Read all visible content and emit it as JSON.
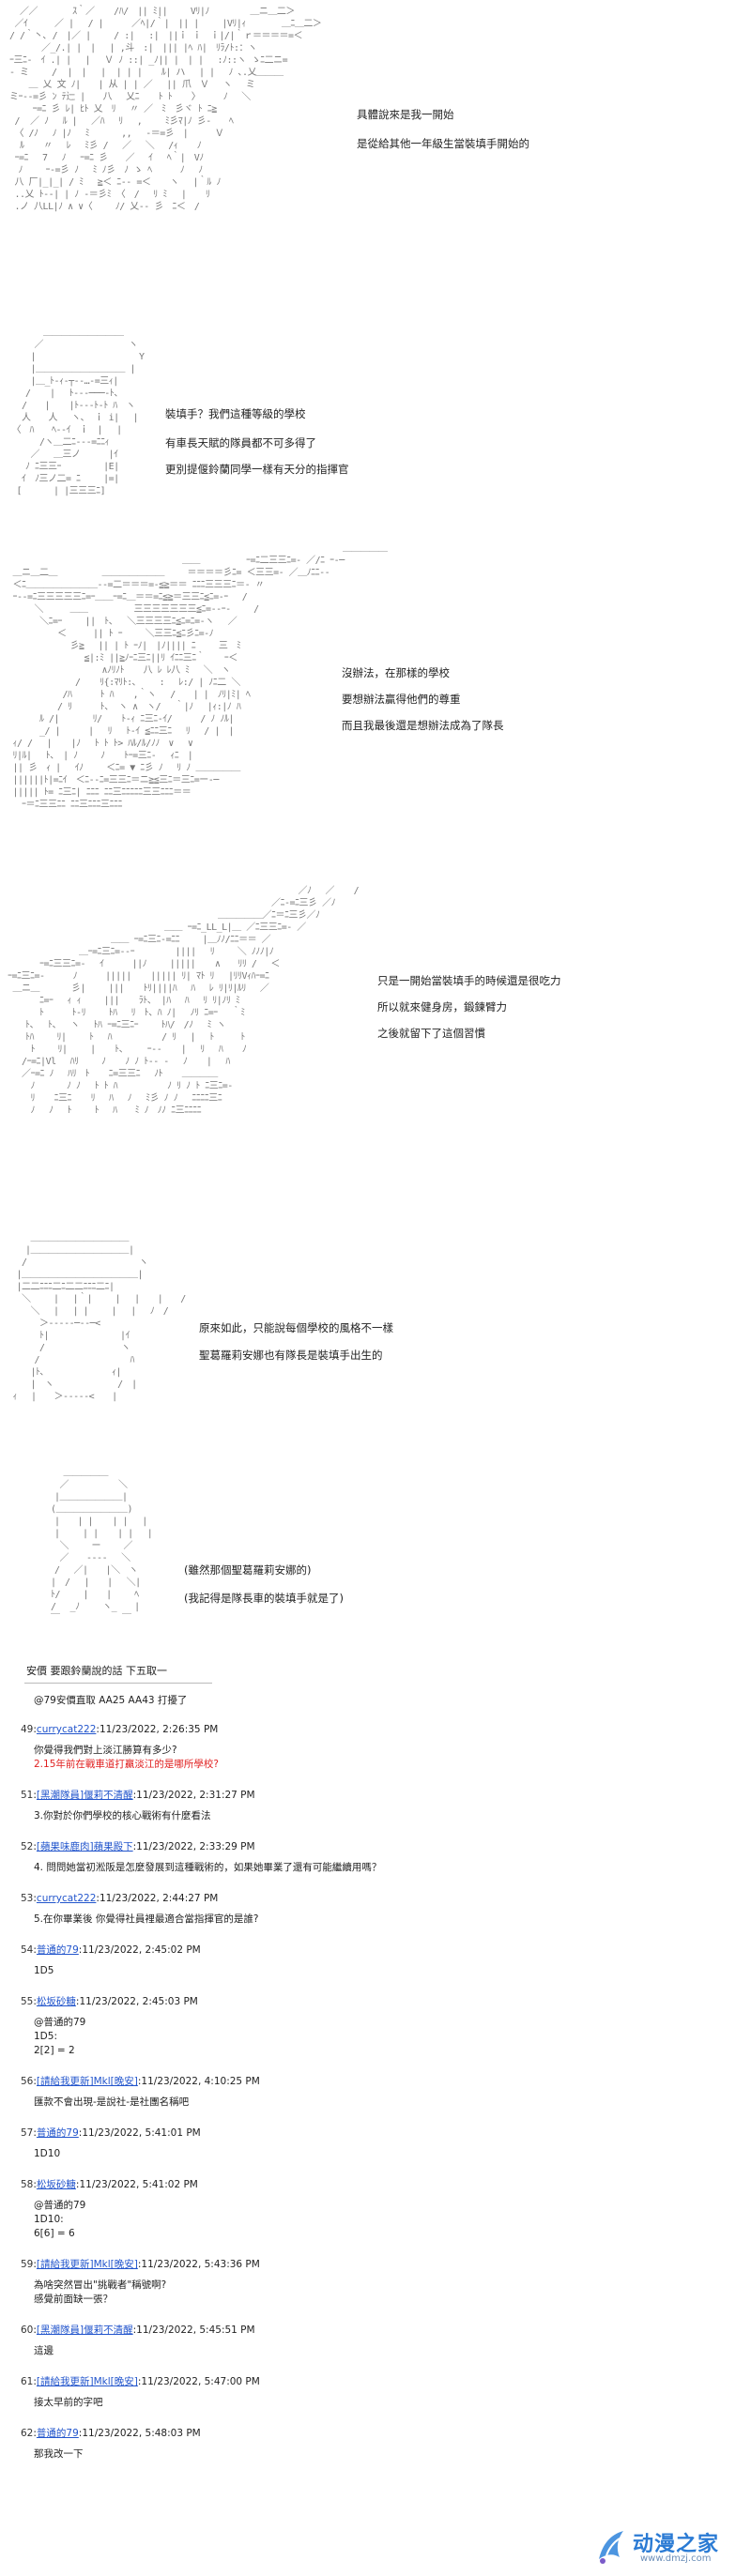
{
  "panels": [
    {
      "lines": [
        "具體說來是我一開始",
        "是從給其他一年級生當裝填手開始的"
      ]
    },
    {
      "lines": [
        "裝填手？我們這種等級的學校",
        "有車長天賦的隊員都不可多得了",
        "更別提偃鈴蘭同學一樣有天分的指揮官"
      ]
    },
    {
      "lines": [
        "沒辦法，在那樣的學校",
        "要想辦法贏得他們的尊重",
        "而且我最後還是想辦法成為了隊長"
      ]
    },
    {
      "lines": [
        "只是一開始當裝填手的時候還是很吃力",
        "所以就來健身房，鍛鍊臂力",
        "之後就留下了這個習慣"
      ]
    },
    {
      "lines": [
        "原來如此，只能說每個學校的風格不一樣",
        "聖葛羅莉安娜也有隊長是裝填手出生的"
      ]
    },
    {
      "lines": [
        "(雖然那個聖葛羅莉安娜的)",
        "(我記得是隊長車的裝填手就是了)"
      ]
    }
  ],
  "footer_note": "安價 要跟鈴蘭說的話 下五取一",
  "chat": {
    "intro": "@79安價直取 AA25 AA43 打擾了",
    "posts": [
      {
        "num": "49",
        "user": "currycat222",
        "time": "11/23/2022, 2:26:35 PM",
        "lines": [
          "你覺得我們對上淡江勝算有多少?"
        ],
        "red": "2.15年前在戰車道打贏淡江的是哪所學校?"
      },
      {
        "num": "51",
        "user": "[黑潮隊員]偃莉不清醒",
        "time": "11/23/2022, 2:31:27 PM",
        "lines": [
          "3.你對於你們學校的核心戰術有什麼看法"
        ]
      },
      {
        "num": "52",
        "user": "[蘋果味鹿肉]蘋果殿下",
        "time": "11/23/2022, 2:33:29 PM",
        "lines": [
          "4. 問問她當初淞阪是怎麼發展到這種戰術的，如果她畢業了還有可能繼續用嗎？"
        ]
      },
      {
        "num": "53",
        "user": "currycat222",
        "time": "11/23/2022, 2:44:27 PM",
        "lines": [
          "5.在你畢業後 你覺得社員裡最適合當指揮官的是誰?"
        ]
      },
      {
        "num": "54",
        "user": "普通的79",
        "time": "11/23/2022, 2:45:02 PM",
        "lines": [
          "1D5"
        ]
      },
      {
        "num": "55",
        "user": "松坂砂糖",
        "time": "11/23/2022, 2:45:03 PM",
        "lines": [
          "@普通的79",
          "1D5:",
          "2[2] = 2"
        ]
      },
      {
        "num": "56",
        "user": "[請給我更新]Mkl[晚安]",
        "time": "11/23/2022, 4:10:25 PM",
        "lines": [
          "匯款不會出現-是說社-是社團名稱吧"
        ]
      },
      {
        "num": "57",
        "user": "普通的79",
        "time": "11/23/2022, 5:41:01 PM",
        "lines": [
          "1D10"
        ]
      },
      {
        "num": "58",
        "user": "松坂砂糖",
        "time": "11/23/2022, 5:41:02 PM",
        "lines": [
          "@普通的79",
          "1D10:",
          "6[6] = 6"
        ]
      },
      {
        "num": "59",
        "user": "[請給我更新]Mkl[晚安]",
        "time": "11/23/2022, 5:43:36 PM",
        "lines": [
          "為啥突然冒出\"挑戰者\"稱號啊?",
          "感覺前面缺一張？"
        ]
      },
      {
        "num": "60",
        "user": "[黑潮隊員]偃莉不清醒",
        "time": "11/23/2022, 5:45:51 PM",
        "lines": [
          "這邊"
        ]
      },
      {
        "num": "61",
        "user": "[請給我更新]Mkl[晚安]",
        "time": "11/23/2022, 5:47:00 PM",
        "lines": [
          "接太早前的字吧"
        ]
      },
      {
        "num": "62",
        "user": "普通的79",
        "time": "11/23/2022, 5:48:03 PM",
        "lines": [
          "那我改一下"
        ]
      }
    ]
  },
  "watermark": {
    "name": "动漫之家",
    "url": "www.dmzj.com",
    "color": "#2b7bd4"
  }
}
